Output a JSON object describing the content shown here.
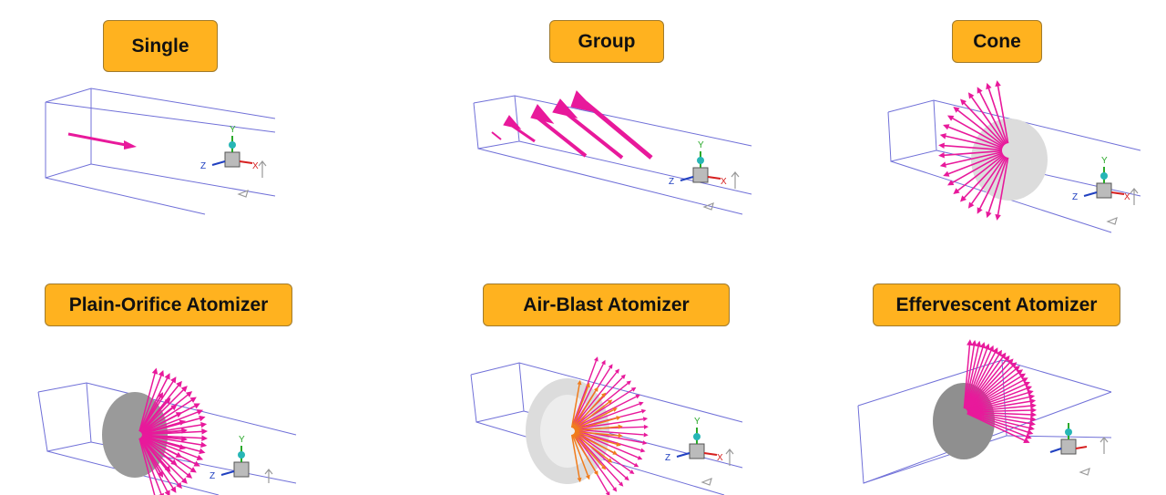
{
  "colors": {
    "label_fill": "#ffb21f",
    "label_border": "#a07a2c",
    "box_line": "#7070d8",
    "arrow_primary": "#e8199b",
    "arrow_secondary": "#f07c1c",
    "disc_dark": "#9a9a9a",
    "disc_light": "#dcdcdc"
  },
  "panels": [
    {
      "id": "single",
      "label": "Single",
      "icons": [
        "arrow-icon",
        "axis-triad-icon"
      ]
    },
    {
      "id": "group",
      "label": "Group",
      "icons": [
        "arrow-icon",
        "axis-triad-icon"
      ]
    },
    {
      "id": "cone",
      "label": "Cone",
      "icons": [
        "arrow-icon",
        "disc-icon",
        "axis-triad-icon"
      ]
    },
    {
      "id": "plain",
      "label": "Plain-Orifice Atomizer",
      "icons": [
        "arrow-icon",
        "disc-icon",
        "axis-triad-icon"
      ]
    },
    {
      "id": "airblast",
      "label": "Air-Blast Atomizer",
      "icons": [
        "arrow-icon",
        "disc-icon",
        "axis-triad-icon"
      ]
    },
    {
      "id": "effervescent",
      "label": "Effervescent Atomizer",
      "icons": [
        "arrow-icon",
        "disc-icon",
        "axis-triad-icon"
      ]
    }
  ],
  "axes": {
    "x": "X",
    "y": "Y",
    "z": "Z"
  }
}
